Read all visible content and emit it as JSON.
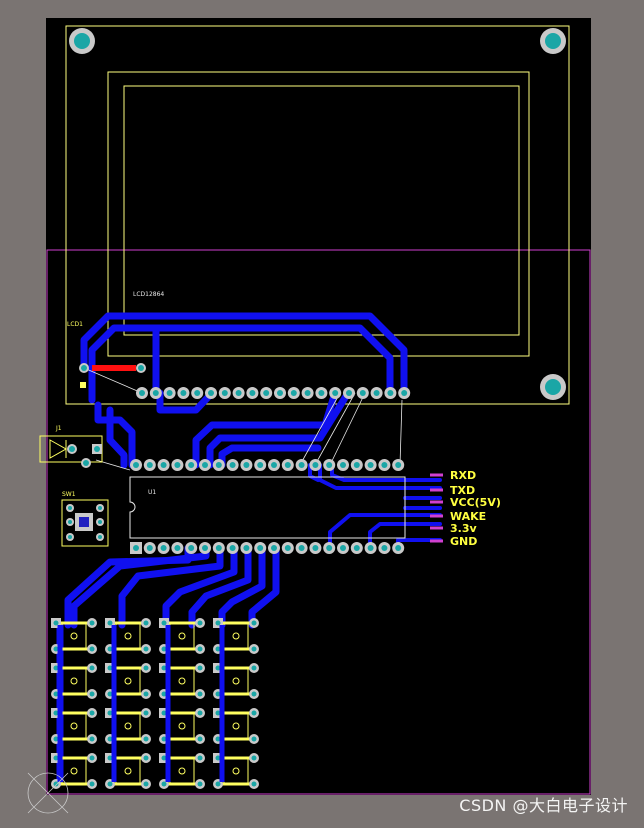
{
  "colors": {
    "background": "#7a7472",
    "board": "#000000",
    "trace": "#1010f0",
    "trace_red": "#ff1010",
    "pad": "#c9c9c9",
    "pad_hole": "#1aa6a6",
    "silk_yellow": "#ffff60",
    "silk_white": "#e8e8e8",
    "keepout_magenta": "#d040d0",
    "net_label": "#ffff40"
  },
  "labels": {
    "lcd_part": "LCD12864",
    "lcd_ref": "LCD1",
    "conn_ref": "J1",
    "switch_ref": "SW1",
    "mcu_ref": "U1"
  },
  "nets": [
    "RXD",
    "TXD",
    "VCC(5V)",
    "WAKE",
    "3.3v",
    "GND"
  ],
  "watermark": "CSDN @大白电子设计"
}
